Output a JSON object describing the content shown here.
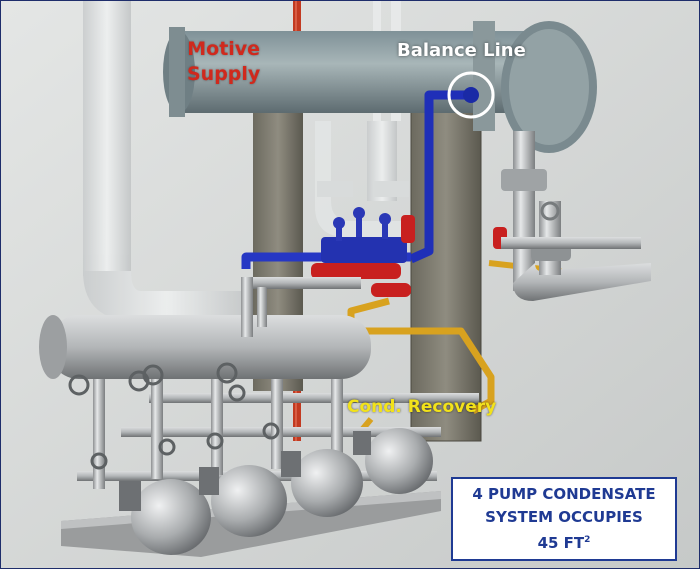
{
  "labels": {
    "motive_line1": "Motive",
    "motive_line2": "Supply",
    "balance_line": "Balance Line",
    "cond_recovery": "Cond. Recovery"
  },
  "callout": {
    "line1": "4 PUMP CONDENSATE",
    "line2": "SYSTEM OCCUPIES",
    "line3_value": "45 FT",
    "line3_superscript": "2"
  },
  "colors": {
    "motive_supply": "#d0291d",
    "balance_line": "#1f2fb8",
    "cond_recovery": "#e0a520",
    "balance_text": "#ffffff",
    "cond_text": "#f2e21a",
    "callout_text": "#1f3a93",
    "background": "#d4d6d5"
  }
}
